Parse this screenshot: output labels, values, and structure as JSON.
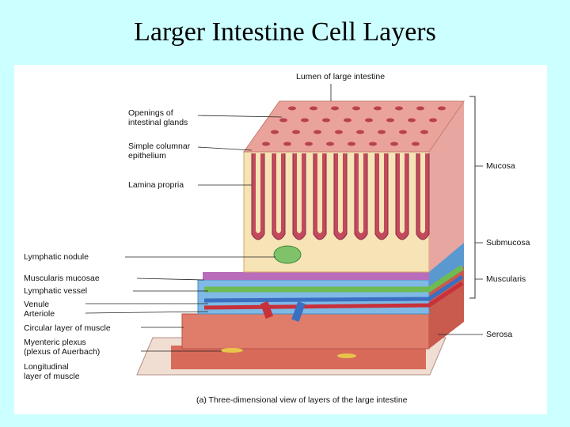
{
  "slide": {
    "title": "Larger Intestine Cell Layers"
  },
  "figure": {
    "top_label": "Lumen of large intestine",
    "left_labels": {
      "openings": "Openings of\nintestinal glands",
      "epithelium": "Simple columnar\nepithelium",
      "lamina": "Lamina propria",
      "lymph_nodule": "Lymphatic nodule",
      "muscularis_mucosae": "Muscularis mucosae",
      "lymph_vessel": "Lymphatic vessel",
      "venule": "Venule",
      "arteriole": "Arteriole",
      "circular": "Circular layer of muscle",
      "myenteric": "Myenteric plexus\n(plexus of Auerbach)",
      "longitudinal": "Longitudinal\nlayer of muscle"
    },
    "right_labels": {
      "mucosa": "Mucosa",
      "submucosa": "Submucosa",
      "muscularis": "Muscularis",
      "serosa": "Serosa"
    },
    "caption": "(a) Three-dimensional view of layers of the large intestine"
  },
  "colors": {
    "background": "#ccffff",
    "mucosa_top": "#eaa39a",
    "gland": "#c24a5c",
    "lamina": "#f6e3b6",
    "submucosa": "#7fb9e6",
    "muscle": "#e07c6a",
    "serosa": "#f1ded2",
    "lymph_vessel": "#6dbb52",
    "artery": "#c8313a",
    "vein": "#3a6fc1"
  }
}
